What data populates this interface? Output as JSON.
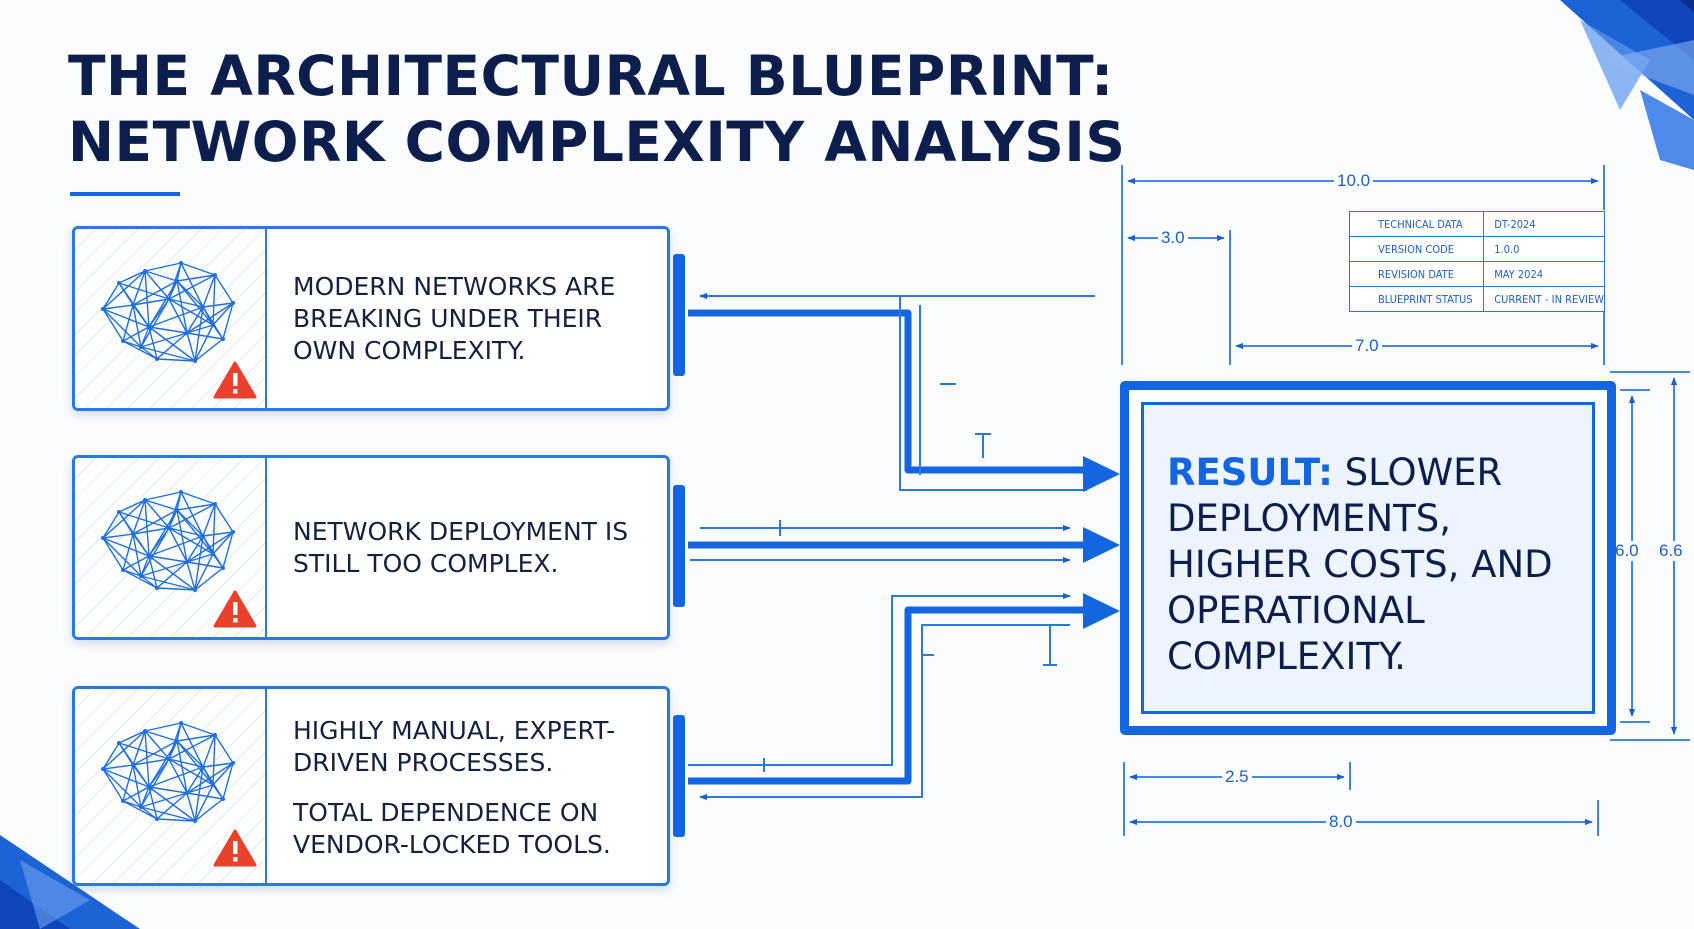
{
  "title": {
    "line1": "THE ARCHITECTURAL BLUEPRINT:",
    "line2": "NETWORK COMPLEXITY ANALYSIS"
  },
  "cards": [
    {
      "text": "MODERN NETWORKS ARE\nBREAKING UNDER THEIR\nOWN COMPLEXITY.",
      "icon": "network-mesh-icon",
      "badge": "warning-icon"
    },
    {
      "text": "NETWORK DEPLOYMENT IS\nSTILL TOO COMPLEX.",
      "icon": "network-mesh-icon",
      "badge": "warning-icon"
    },
    {
      "text": "HIGHLY MANUAL, EXPERT-\nDRIVEN PROCESSES.",
      "text2": "TOTAL DEPENDENCE ON\nVENDOR-LOCKED TOOLS.",
      "icon": "network-mesh-icon",
      "badge": "warning-icon"
    }
  ],
  "result": {
    "label": "RESULT:",
    "text": " SLOWER DEPLOYMENTS, HIGHER COSTS, AND OPERATIONAL COMPLEXITY."
  },
  "tech_table": {
    "rows": [
      {
        "key": "TECHNICAL DATA",
        "value": "DT-2024"
      },
      {
        "key": "VERSION CODE",
        "value": "1.0.0"
      },
      {
        "key": "REVISION DATE",
        "value": "MAY 2024"
      },
      {
        "key": "BLUEPRINT STATUS",
        "value": "CURRENT - IN REVIEW"
      }
    ]
  },
  "dimensions": {
    "overall_width": "10.0",
    "offset_left": "3.0",
    "table_width": "7.0",
    "inner_height": "6.0",
    "outer_height": "6.6",
    "bottom_offset": "2.5",
    "bottom_width": "8.0"
  },
  "colors": {
    "primary": "#1366e0",
    "accent": "#2a79e3",
    "title": "#0d1e4c",
    "text": "#16213f",
    "warning": "#e8412c"
  }
}
